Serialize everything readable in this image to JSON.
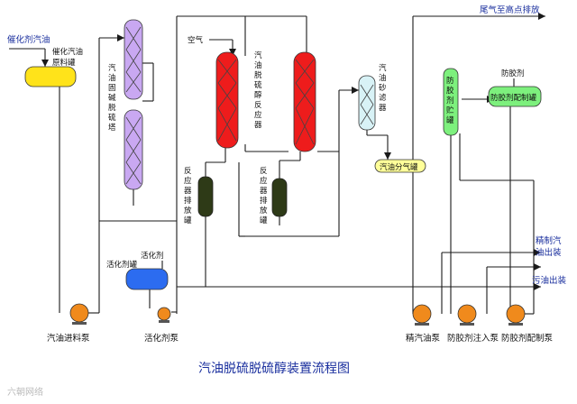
{
  "caption": "汽油脱硫脱硫醇装置流程图",
  "watermark": "六朝网络",
  "colors": {
    "raw_tank": "#ffe31a",
    "tower": "#c9a8f2",
    "reactor": "#ee1c1c",
    "vessel_dark": "#2e3a17",
    "sand_filter": "#d8f2f6",
    "separator": "#ffff99",
    "antigum": "#7df07d",
    "activator": "#2c6cf0",
    "pump": "#f08a1c",
    "label_blue": "#1a2f9e"
  },
  "labels": {
    "feed_in": "催化剂汽油",
    "raw_tank": [
      "催化汽油",
      "原料罐"
    ],
    "fixed_tower": [
      "汽",
      "油",
      "固",
      "碱",
      "脱",
      "硫",
      "塔"
    ],
    "air": "空气",
    "reactor": [
      "汽",
      "油",
      "脱",
      "硫",
      "醇",
      "反",
      "应",
      "器"
    ],
    "drain1": [
      "反",
      "应",
      "器",
      "排",
      "放",
      "罐"
    ],
    "drain2": [
      "反",
      "应",
      "器",
      "排",
      "放",
      "罐"
    ],
    "sand_filter": [
      "汽",
      "油",
      "砂",
      "滤",
      "器"
    ],
    "tail_gas": "尾气至高点排放",
    "separator": "汽油分气罐",
    "antigum_tank": [
      "防",
      "胶",
      "剂",
      "贮",
      "罐"
    ],
    "antigum_agent": "防胶剂",
    "antigum_mix_tank": "防胶剂配制罐",
    "refined_out": [
      "精制汽",
      "油出装"
    ],
    "dirty_out": "污油出装",
    "activator_agent": "活化剂",
    "activator_tank": "活化剂罐",
    "feed_pump": "汽油进料泵",
    "activator_pump": "活化剂泵",
    "refined_pump": "精汽油泵",
    "inject_pump": "防胶剂注入泵",
    "mix_pump": "防胶剂配制泵"
  }
}
